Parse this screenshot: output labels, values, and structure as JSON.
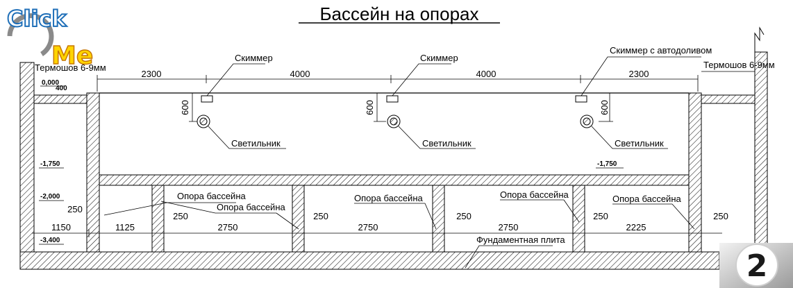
{
  "title": "Бассейн на опорах",
  "logo": {
    "line1": "Click",
    "line2": "Me"
  },
  "page_badge": "2",
  "colors": {
    "line": "#000000",
    "hatch": "#000000",
    "background": "#ffffff"
  },
  "labels": {
    "skimmer_left": "Скиммер",
    "skimmer_mid": "Скиммер",
    "skimmer_right": "Скиммер с автодоливом",
    "light_left": "Светильник",
    "light_mid": "Светильник",
    "light_right": "Светильник",
    "insulation_left": "Термошов 6-9мм",
    "insulation_right": "Термошов 6-9мм",
    "support_1": "Опора бассейна",
    "support_2": "Опора бассейна",
    "support_3": "Опора бассейна",
    "support_4": "Опора бассейна",
    "support_5": "Опора бассейна",
    "foundation": "Фундаментная плита"
  },
  "elevations": {
    "zero": "0,000",
    "zero_sub": "400",
    "e1750_left": "-1,750",
    "e1750_right": "-1,750",
    "e2000": "-2,000",
    "e3400": "-3,400"
  },
  "dims_top": [
    "2300",
    "4000",
    "4000",
    "2300"
  ],
  "dims_bottom": [
    "1150",
    "1125",
    "2750",
    "2750",
    "2750",
    "2225"
  ],
  "dims_250": [
    "250",
    "250",
    "250",
    "250",
    "250",
    "250"
  ],
  "dims_600": [
    "600",
    "600",
    "600"
  ]
}
